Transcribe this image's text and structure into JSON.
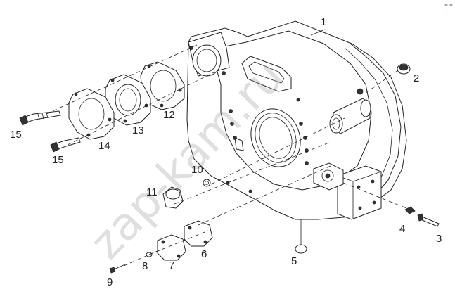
{
  "diagram": {
    "callouts": {
      "c1": "1",
      "c2": "2",
      "c3": "3",
      "c4": "4",
      "c5": "5",
      "c6": "6",
      "c7": "7",
      "c8": "8",
      "c9": "9",
      "c10": "10",
      "c11": "11",
      "c12": "12",
      "c13": "13",
      "c14": "14",
      "c15a": "15",
      "c15b": "15"
    },
    "watermark": "zap-kam.ru",
    "corner_mark": "= ="
  }
}
